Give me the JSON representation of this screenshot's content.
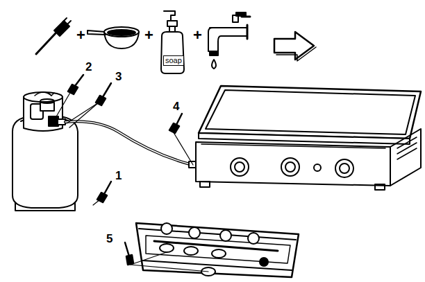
{
  "diagram": {
    "labels": [
      "+",
      "+",
      "+",
      "soap",
      "2",
      "3",
      "4",
      "1",
      "5"
    ]
  }
}
